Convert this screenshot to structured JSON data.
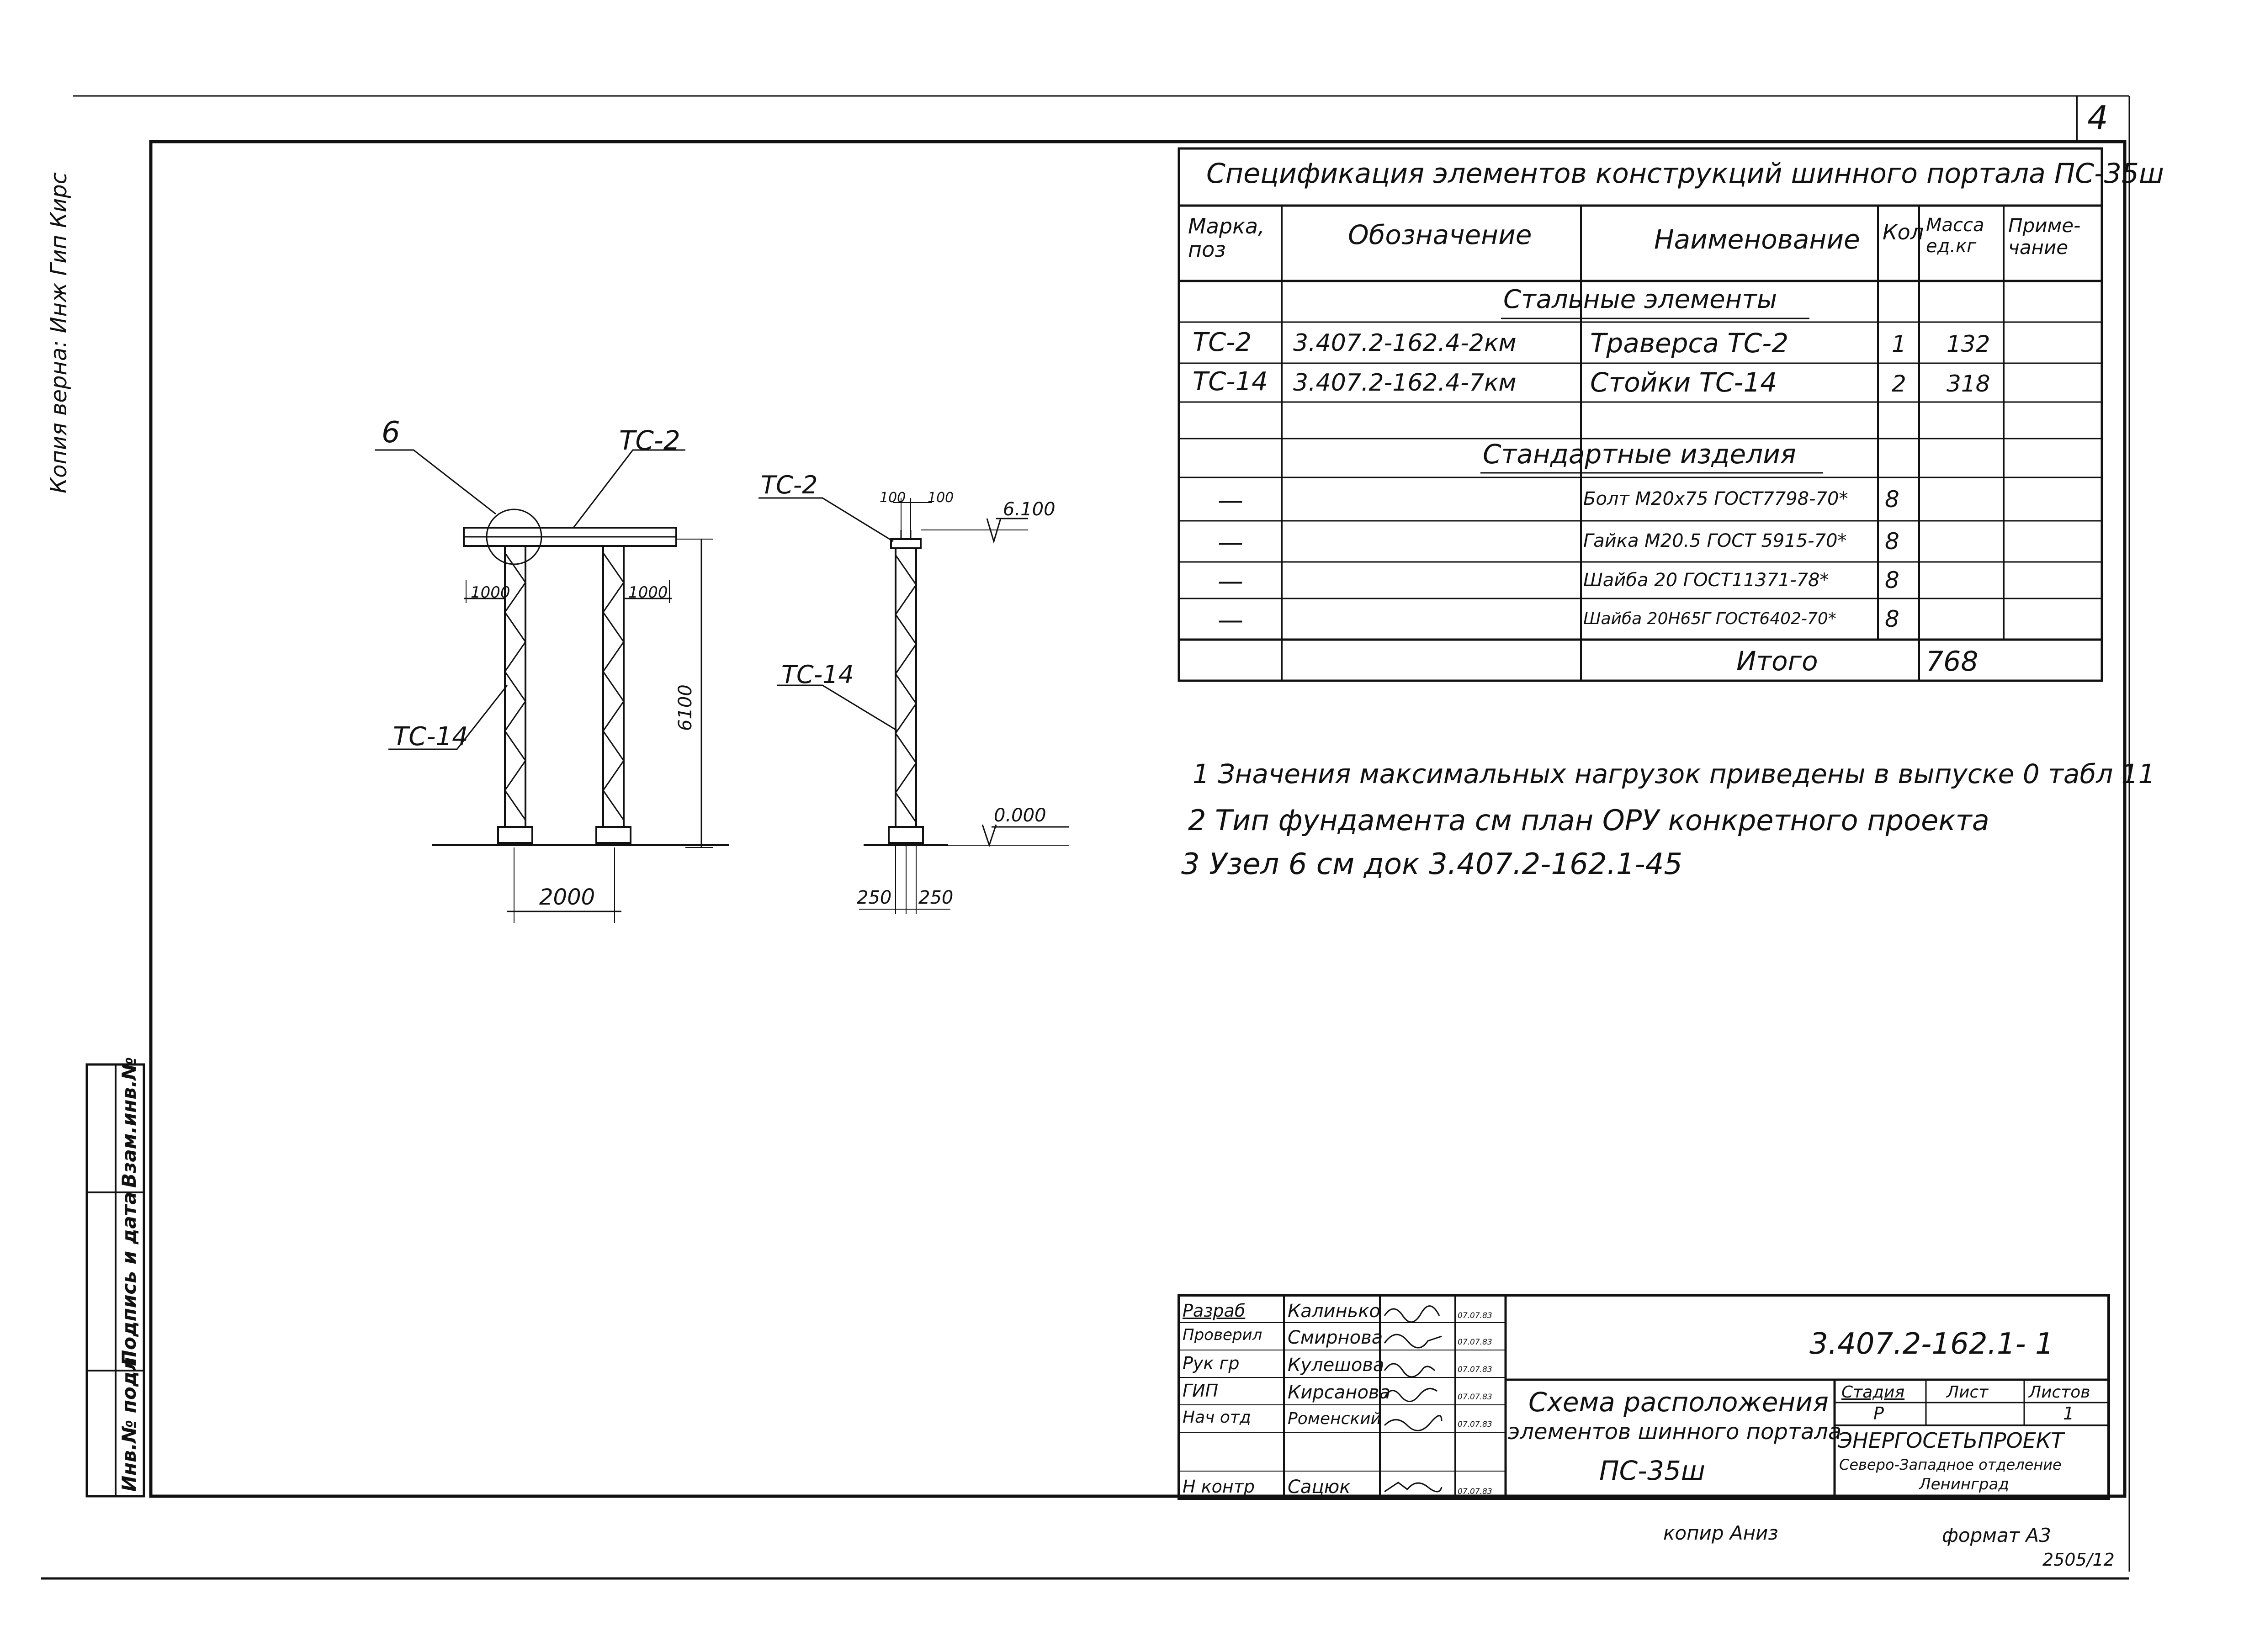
{
  "margin_note": "Копия верна: Инж Гип Кирс",
  "sheet_corner_number": "4",
  "spec": {
    "title": "Спецификация элементов конструкций шинного портала ПС-35ш",
    "headers": {
      "mark": "Марка, поз",
      "designation": "Обозначение",
      "name": "Наименование",
      "qty": "Кол",
      "mass": "Масса ед.кг",
      "note": "Приме-чание"
    },
    "section_steel": "Стальные элементы",
    "steel_rows": [
      {
        "mark": "ТС-2",
        "designation": "3.407.2-162.4-2км",
        "name": "Траверса ТС-2",
        "qty": "1",
        "mass": "132"
      },
      {
        "mark": "ТС-14",
        "designation": "3.407.2-162.4-7км",
        "name": "Стойки ТС-14",
        "qty": "2",
        "mass": "318"
      }
    ],
    "section_standard": "Стандартные изделия",
    "standard_rows": [
      {
        "mark": "—",
        "name": "Болт М20х75 ГОСТ7798-70*",
        "qty": "8"
      },
      {
        "mark": "—",
        "name": "Гайка М20.5 ГОСТ 5915-70*",
        "qty": "8"
      },
      {
        "mark": "—",
        "name": "Шайба 20 ГОСТ11371-78*",
        "qty": "8"
      },
      {
        "mark": "—",
        "name": "Шайба 20Н65Г ГОСТ6402-70*",
        "qty": "8"
      }
    ],
    "total_label": "Итого",
    "total_value": "768"
  },
  "notes": [
    "1 Значения максимальных нагрузок приведены в выпуске 0 табл 11",
    "2 Тип фундамента см план ОРУ конкретного проекта",
    "3 Узел 6 см док 3.407.2-162.1-45"
  ],
  "drawing_labels": {
    "node": "6",
    "ts2_front": "ТС-2",
    "ts14_front": "ТС-14",
    "dim_1000_left": "1000",
    "dim_1000_right": "1000",
    "dim_6100": "6100",
    "dim_2000": "2000",
    "ts2_side": "ТС-2",
    "ts14_side": "ТС-14",
    "dim_100_a": "100",
    "dim_100_b": "100",
    "elev_top": "6.100",
    "elev_zero": "0.000",
    "dim_250_a": "250",
    "dim_250_b": "250"
  },
  "left_strip": [
    "Взам.инв.№",
    "Подпись и дата",
    "Инв.№ подл"
  ],
  "title_block": {
    "doc_code": "3.407.2-162.1- 1",
    "people": [
      {
        "role": "Разраб",
        "name": "Калинько",
        "sign": "Кал",
        "date": "07.07.83"
      },
      {
        "role": "Проверил",
        "name": "Смирнова",
        "sign": "Сми",
        "date": "07.07.83"
      },
      {
        "role": "Рук гр",
        "name": "Кулешова",
        "sign": "Кул",
        "date": "07.07.83"
      },
      {
        "role": "ГИП",
        "name": "Кирсанова",
        "sign": "Кирс",
        "date": "07.07.83"
      },
      {
        "role": "Нач отд",
        "name": "Роменский",
        "sign": "Ром",
        "date": "07.07.83"
      },
      {
        "role": "",
        "name": "",
        "sign": "",
        "date": ""
      },
      {
        "role": "Н контр",
        "name": "Сацюк",
        "sign": "Сац",
        "date": "07.07.83"
      }
    ],
    "drawing_title_1": "Схема расположения",
    "drawing_title_2": "элементов шинного портала",
    "drawing_title_3": "ПС-35ш",
    "stage_label": "Стадия",
    "sheet_label": "Лист",
    "sheets_label": "Листов",
    "stage_value": "Р",
    "sheet_value": "",
    "sheets_value": "1",
    "org_name": "ЭНЕРГОСЕТЬПРОЕКТ",
    "org_branch": "Северо-Западное отделение",
    "org_city": "Ленинград"
  },
  "footer": {
    "copied": "копир Аниз",
    "format": "формат А3",
    "stamp_number": "2505/12"
  }
}
